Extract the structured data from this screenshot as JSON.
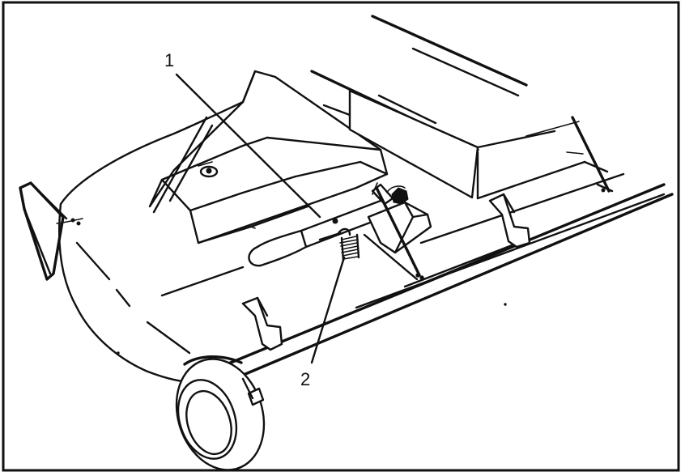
{
  "figure": {
    "callouts": [
      {
        "id": "1",
        "label": "1"
      },
      {
        "id": "2",
        "label": "2"
      }
    ],
    "colors": {
      "ink": "#111111",
      "background": "#ffffff"
    }
  }
}
